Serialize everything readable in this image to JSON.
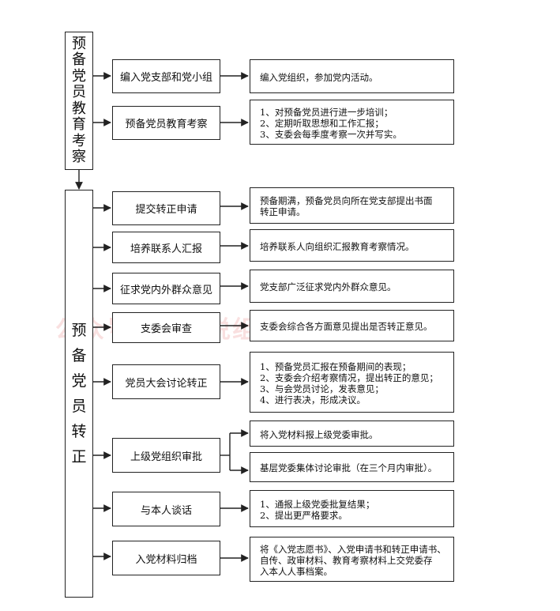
{
  "phase1": {
    "title_chars": [
      "预",
      "备",
      "党",
      "员",
      "教",
      "育",
      "考",
      "察"
    ],
    "rows": [
      {
        "stage": "编入党支部和党小组",
        "detail": [
          "编入党组织，参加党内活动。"
        ]
      },
      {
        "stage": "预备党员教育考察",
        "detail": [
          "1、对预备党员进行进一步培训；",
          "2、定期听取思想和工作汇报；",
          "3、支委会每季度考察一次并写实。"
        ]
      }
    ]
  },
  "phase2": {
    "title_chars": [
      "预",
      "备",
      "党",
      "员",
      "转",
      "正"
    ],
    "rows": [
      {
        "stage": "提交转正申请",
        "detail": [
          "预备期满，预备党员向所在党支部提出书面",
          "转正申请。"
        ]
      },
      {
        "stage": "培养联系人汇报",
        "detail": [
          "培养联系人向组织汇报教育考察情况。"
        ]
      },
      {
        "stage": "征求党内外群众意见",
        "detail": [
          "党支部广泛征求党内外群众意见。"
        ]
      },
      {
        "stage": "支委会审查",
        "detail": [
          "支委会综合各方面意见提出是否转正意见。"
        ]
      },
      {
        "stage": "党员大会讨论转正",
        "detail": [
          "1、预备党员汇报在预备期间的表现；",
          "2、支委会介绍考察情况，提出转正的意见；",
          "3、与会党员讨论，发表意见；",
          "4、进行表决，形成决议。"
        ]
      },
      {
        "stage": "上级党组织审批",
        "details": [
          [
            "将入党材料报上级党委审批。"
          ],
          [
            "基层党委集体讨论审批（在三个月内审批）。"
          ]
        ]
      },
      {
        "stage": "与本人谈话",
        "detail": [
          "1、通报上级党委批复结果；",
          "2、提出更严格要求。"
        ]
      },
      {
        "stage": "入党材料归档",
        "detail": [
          "将《入党志愿书》、入党申请书和转正申请书、",
          "自传、政审材料、教育考察材料上交党委存",
          "入本人人事档案。"
        ]
      }
    ]
  },
  "watermark": "公众号：老张说组织工作"
}
